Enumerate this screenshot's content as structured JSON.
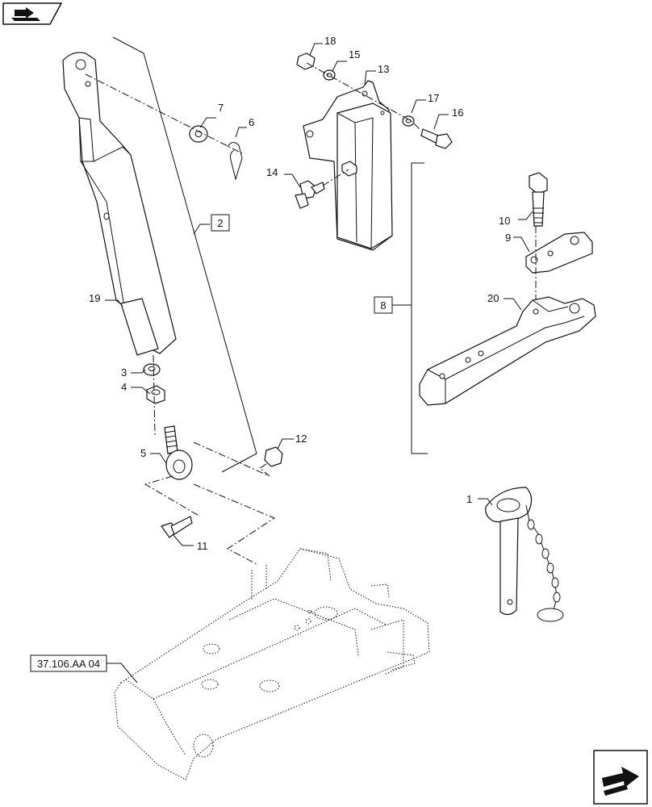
{
  "callouts": {
    "c1": "1",
    "c2": "2",
    "c3": "3",
    "c4": "4",
    "c5": "5",
    "c6": "6",
    "c7": "7",
    "c8": "8",
    "c9": "9",
    "c10": "10",
    "c11": "11",
    "c12": "12",
    "c13": "13",
    "c14": "14",
    "c15": "15",
    "c16": "16",
    "c17": "17",
    "c18": "18",
    "c19": "19",
    "c20": "20"
  },
  "reference": {
    "label": "37.106.AA 04"
  },
  "icons": {
    "top_left": "book-arrow-icon",
    "bottom_right": "next-page-arrow-icon"
  }
}
